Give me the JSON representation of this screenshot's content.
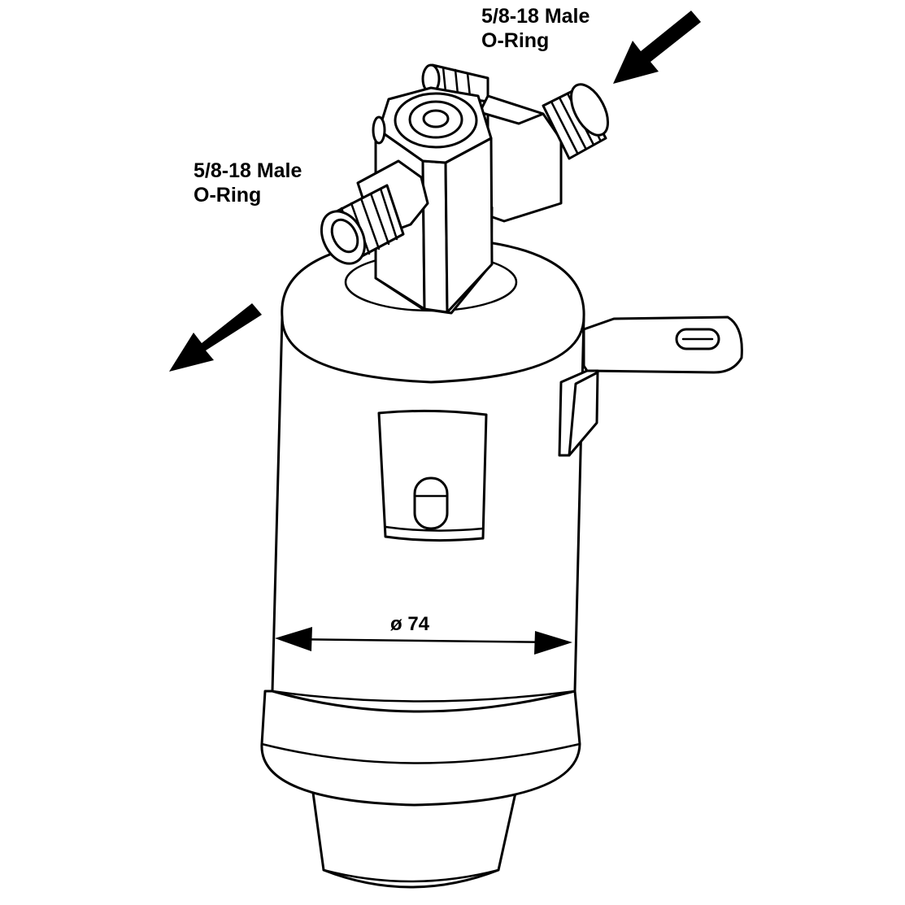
{
  "labels": {
    "inlet": {
      "line1": "5/8-18 Male",
      "line2": "O-Ring"
    },
    "outlet": {
      "line1": "5/8-18 Male",
      "line2": "O-Ring"
    },
    "diameter": "ø 74"
  },
  "colors": {
    "line": "#000000",
    "background": "#ffffff"
  }
}
